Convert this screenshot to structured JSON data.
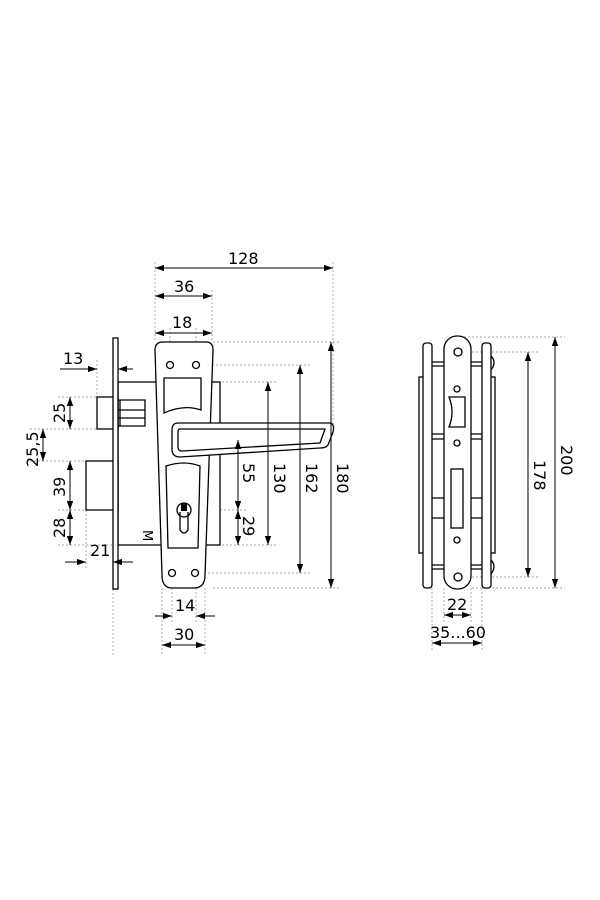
{
  "front_view": {
    "dims": {
      "overall_width": "128",
      "plate_width": "36",
      "hole_spacing_top": "18",
      "backset": "13",
      "latch_height": "25",
      "latch_to_bolt": "25,5",
      "bolt_height": "39",
      "bolt_to_bottom": "28",
      "bolt_projection": "21",
      "lever_to_cylinder": "55",
      "cylinder_to_bottom": "29",
      "body_height": "130",
      "hole_spacing_vertical": "162",
      "plate_height": "180",
      "hole_spacing_bottom": "14",
      "plate_width_bottom": "30"
    },
    "marking": "M"
  },
  "side_view": {
    "dims": {
      "overall_height": "200",
      "hole_spacing": "178",
      "faceplate_width": "22",
      "door_thickness": "35...60"
    }
  }
}
